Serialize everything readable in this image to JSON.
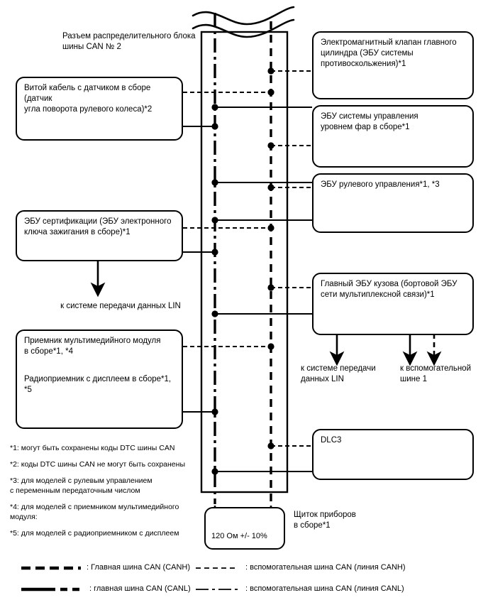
{
  "title": "CAN bus No.2 distribution block wiring diagram",
  "header": {
    "connector_label": "Разъем распределительного блока\nшины CAN № 2"
  },
  "left_boxes": [
    {
      "id": "spiral-cable",
      "text": "Витой кабель с датчиком в сборе (датчик\nугла поворота рулевого колеса)*2"
    },
    {
      "id": "certification-ecu",
      "text": "ЭБУ сертификации (ЭБУ электронного\nключа зажигания в сборе)*1"
    },
    {
      "id": "multimedia-receiver",
      "text": "Приемник мультимедийного модуля\nв сборе*1, *4",
      "text2": "Радиоприемник с дисплеем в сборе*1, *5"
    }
  ],
  "right_boxes": [
    {
      "id": "brake-actuator",
      "text": "Электромагнитный клапан главного\nцилиндра (ЭБУ системы\nпротивоскольжения)*1"
    },
    {
      "id": "headlight-leveling-ecu",
      "text": "ЭБУ системы управления\nуровнем фар в сборе*1"
    },
    {
      "id": "power-steering-ecu",
      "text": "ЭБУ рулевого управления*1, *3"
    },
    {
      "id": "main-body-ecu",
      "text": "Главный ЭБУ кузова (бортовой ЭБУ\nсети мультиплексной связи)*1"
    },
    {
      "id": "dlc3",
      "text": "DLC3"
    }
  ],
  "arrow_labels": {
    "lin_left": "к системе передачи данных LIN",
    "lin_right": "к системе передачи\nданных LIN",
    "sub_bus": "к вспомогательной\nшине 1"
  },
  "terminator": {
    "value": "120 Ом +/- 10%",
    "caption": "Щиток приборов\nв сборе*1"
  },
  "notes": [
    "*1: могут быть сохранены коды DTC шины CAN",
    "*2: коды DTC шины CAN не могут быть сохранены",
    "*3: для моделей с рулевым управлением\nс переменным передаточным числом",
    "*4: для моделей с приемником мультимедийного\nмодуля:",
    "*5: для моделей с радиоприемником с дисплеем"
  ],
  "legend": [
    {
      "id": "main-canh",
      "text": ": Главная шина CAN (CANH)"
    },
    {
      "id": "main-canl",
      "text": ": главная шина CAN (CANL)"
    },
    {
      "id": "sub-canh",
      "text": ": вспомогательная шина CAN (линия CANH)"
    },
    {
      "id": "sub-canl",
      "text": ": вспомогательная шина CAN (линия CANL)"
    }
  ],
  "colors": {
    "ink": "#000000",
    "paper": "#ffffff"
  }
}
